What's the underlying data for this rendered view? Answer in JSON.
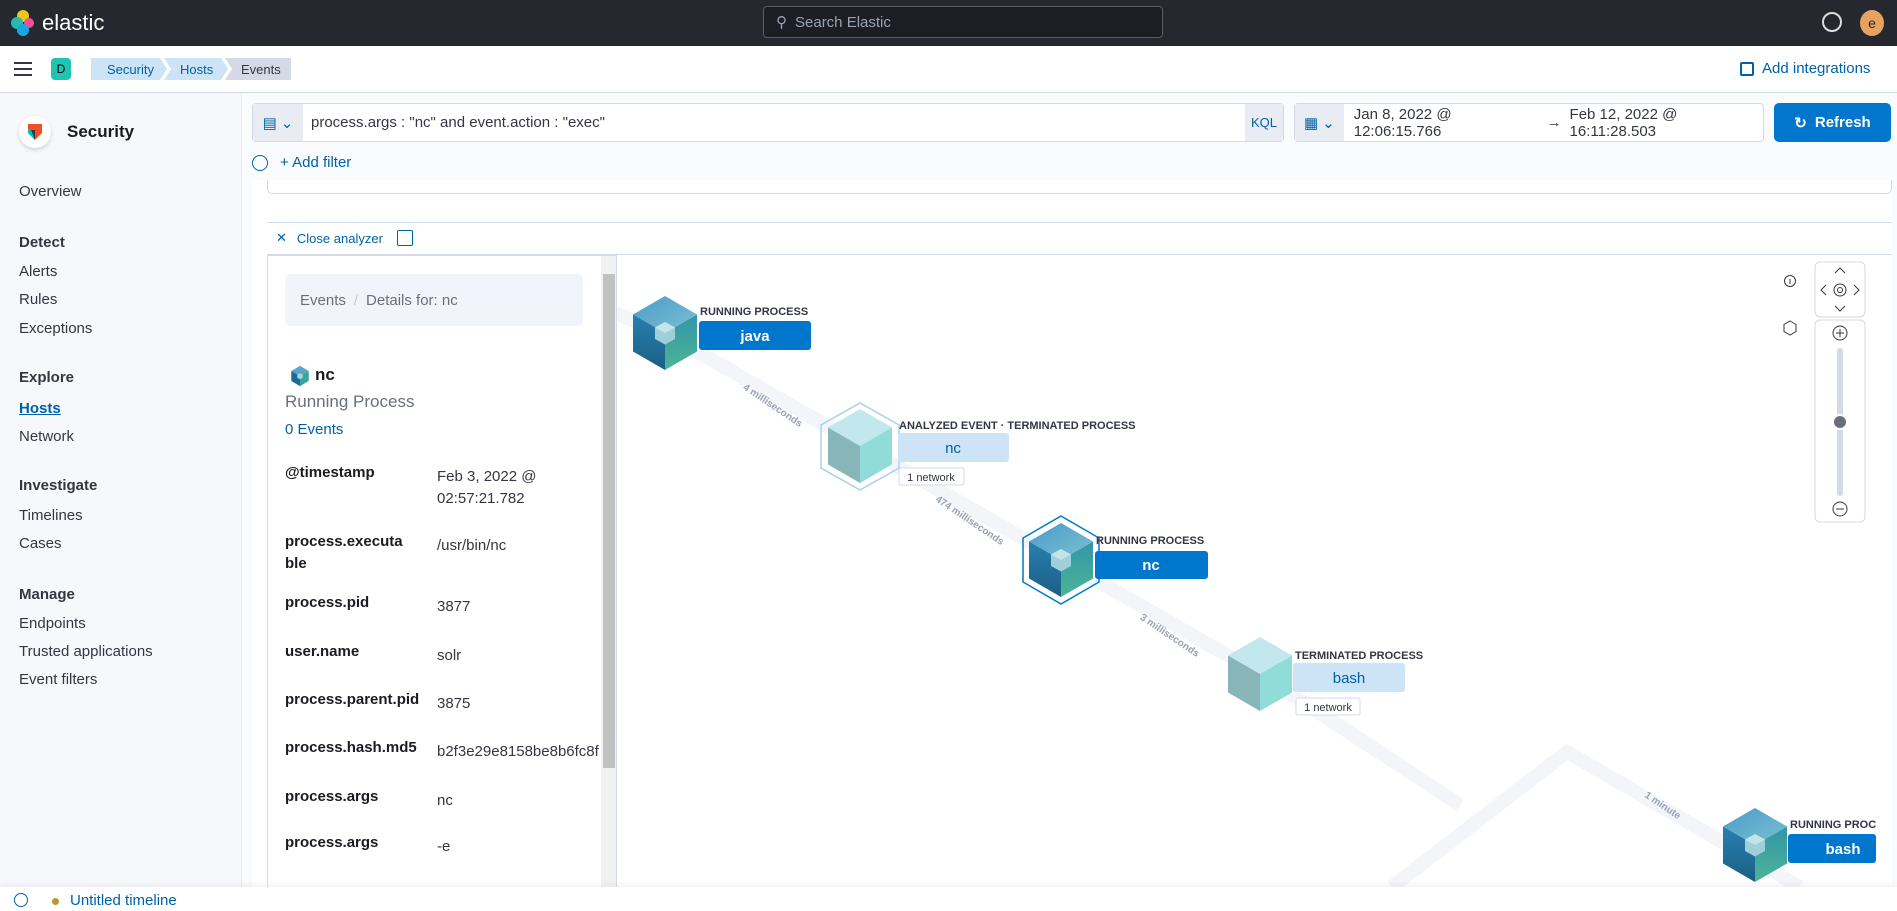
{
  "topbar": {
    "brand": "elastic",
    "search_placeholder": "Search Elastic",
    "avatar_initial": "e"
  },
  "header": {
    "space_initial": "D",
    "breadcrumbs": [
      "Security",
      "Hosts",
      "Events"
    ],
    "add_integrations": "Add integrations"
  },
  "sidebar": {
    "title": "Security",
    "overview": "Overview",
    "sections": [
      {
        "heading": "Detect",
        "items": [
          "Alerts",
          "Rules",
          "Exceptions"
        ]
      },
      {
        "heading": "Explore",
        "items": [
          "Hosts",
          "Network"
        ]
      },
      {
        "heading": "Investigate",
        "items": [
          "Timelines",
          "Cases"
        ]
      },
      {
        "heading": "Manage",
        "items": [
          "Endpoints",
          "Trusted applications",
          "Event filters"
        ]
      }
    ],
    "active": "Hosts"
  },
  "query": {
    "value": "process.args : \"nc\" and event.action : \"exec\"",
    "language": "KQL"
  },
  "date": {
    "start": "Jan 8, 2022 @ 12:06:15.766",
    "arrow": "→",
    "end": "Feb 12, 2022 @ 16:11:28.503"
  },
  "refresh_label": "Refresh",
  "add_filter": "+ Add filter",
  "analyzer": {
    "close_label": "Close analyzer"
  },
  "panel": {
    "breadcrumb": [
      "Events",
      "Details for: nc"
    ],
    "process_name": "nc",
    "process_state": "Running Process",
    "events_link": "0 Events",
    "fields": [
      {
        "label": "@timestamp",
        "value": "Feb 3, 2022 @ 02:57:21.782"
      },
      {
        "label": "process.executable",
        "value": "/usr/bin/nc"
      },
      {
        "label": "process.pid",
        "value": "3877"
      },
      {
        "label": "user.name",
        "value": "solr"
      },
      {
        "label": "process.parent.pid",
        "value": "3875"
      },
      {
        "label": "process.hash.md5",
        "value": "b2f3e29e8158be8b6fc8f"
      },
      {
        "label": "process.args",
        "value": "nc"
      },
      {
        "label": "process.args",
        "value": "-e"
      }
    ]
  },
  "graph": {
    "nodes": [
      {
        "type": "RUNNING PROCESS",
        "name": "java"
      },
      {
        "type": "ANALYZED EVENT · TERMINATED PROCESS",
        "name": "nc",
        "badge": "1 network"
      },
      {
        "type": "RUNNING PROCESS",
        "name": "nc"
      },
      {
        "type": "TERMINATED PROCESS",
        "name": "bash",
        "badge": "1 network"
      },
      {
        "type": "RUNNING PROC",
        "name": "bash"
      }
    ],
    "edges": [
      "4 milliseconds",
      "474 milliseconds",
      "3 milliseconds",
      "1 minute"
    ],
    "zoom_level": 0.5
  },
  "bottom": {
    "timeline": "Untitled timeline"
  },
  "colors": {
    "primary": "#0077cc",
    "link": "#0061a6",
    "topbar": "#25282f",
    "terminated": "#cce4f5"
  }
}
